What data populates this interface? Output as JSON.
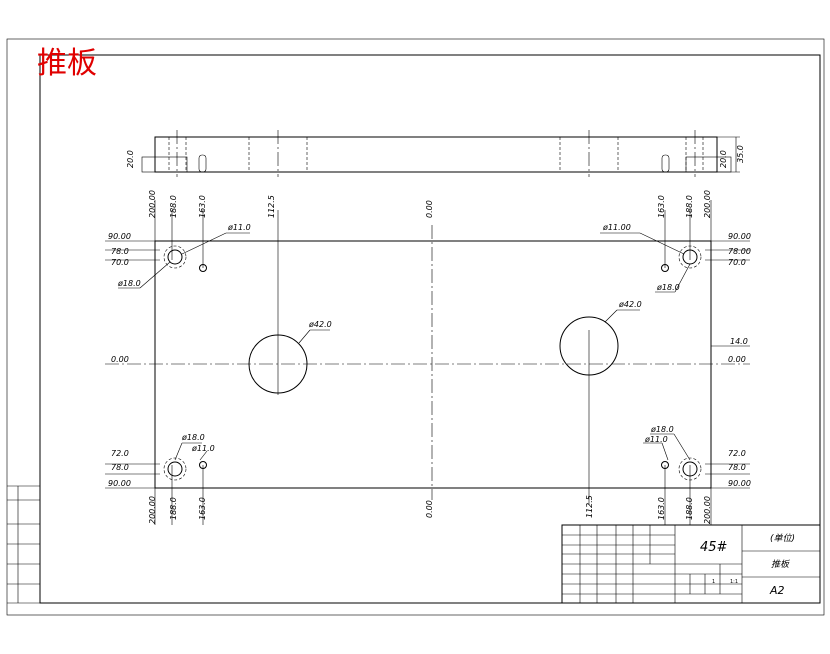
{
  "title": "推板",
  "dims": {
    "top": [
      "200.00",
      "188.0",
      "163.0",
      "112.5",
      "0.00",
      "163.0",
      "188.0",
      "200.00"
    ],
    "bottom": [
      "200.00",
      "188.0",
      "163.0",
      "0.00",
      "112.5",
      "163.0",
      "188.0",
      "200.00"
    ],
    "left_top": [
      "90.00",
      "78.0",
      "70.0"
    ],
    "left_mid": "0.00",
    "left_bot": [
      "72.0",
      "78.0",
      "90.00"
    ],
    "right_top": [
      "90.00",
      "78.00",
      "70.0"
    ],
    "right_mid": [
      "14.0",
      "0.00"
    ],
    "right_bot": [
      "72.0",
      "78.0",
      "90.00"
    ],
    "holes": {
      "d11": "ø11.0",
      "d18": "ø18.0",
      "d42": "ø42.0",
      "tl_d11": "ø11.0",
      "tl_d18": "ø18.0",
      "tr_d11": "ø11.00",
      "tr_d18": "ø18.0",
      "bl_d18": "ø18.0",
      "bl_d11": "ø11.0",
      "br_d18": "ø18.0",
      "br_d11": "ø11.0"
    },
    "side_left": "20.0",
    "side_right_a": "35.0",
    "side_right_b": "20.0"
  },
  "title_block": {
    "material": "45#",
    "unit": "(单位)",
    "part_name": "推板",
    "size": "A2",
    "scale": "1:1",
    "count": "1"
  }
}
